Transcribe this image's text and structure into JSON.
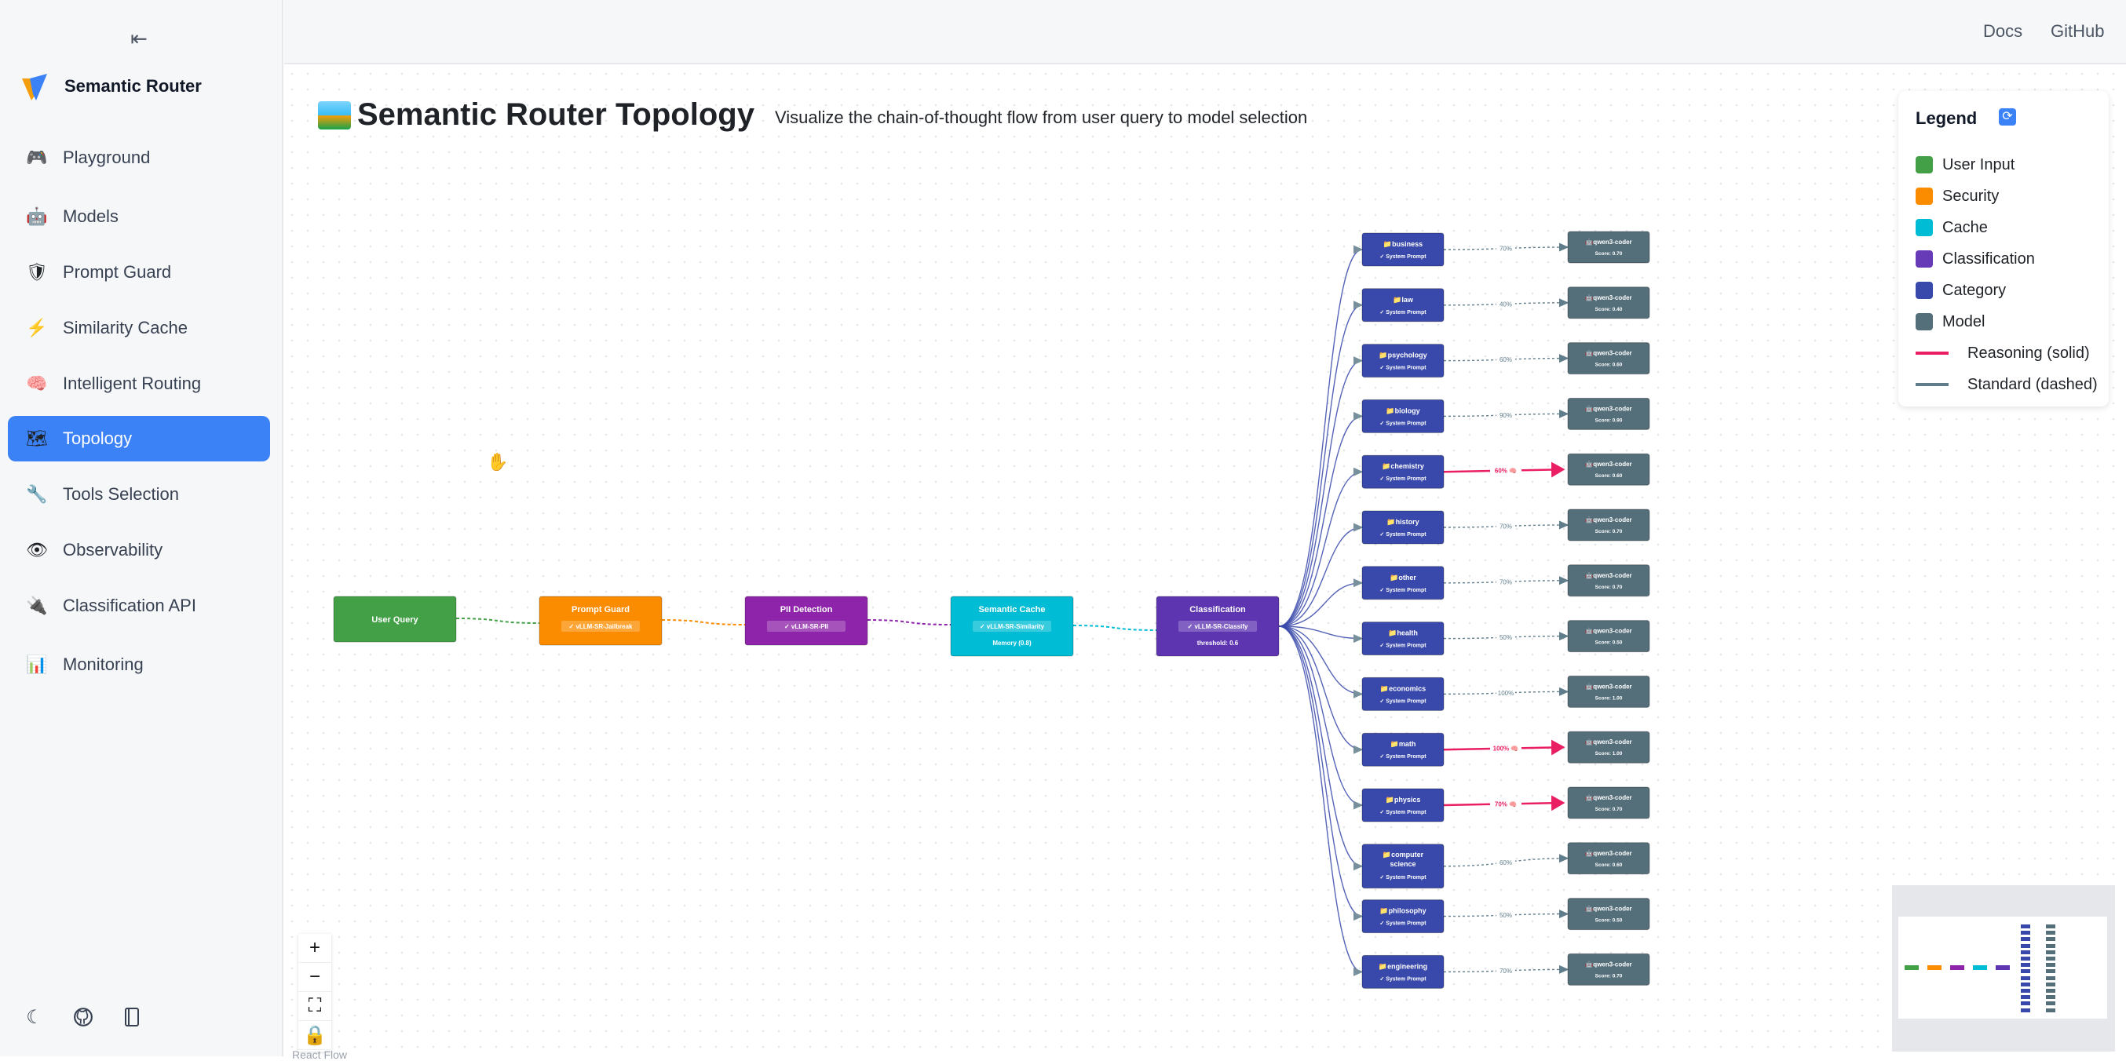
{
  "sidebar": {
    "brand": "Semantic Router",
    "items": [
      {
        "label": "Playground",
        "icon": "gamepad-icon",
        "glyph": "🎮"
      },
      {
        "label": "Models",
        "icon": "robot-icon",
        "glyph": "🤖"
      },
      {
        "label": "Prompt Guard",
        "icon": "shield-icon",
        "glyph": "🛡"
      },
      {
        "label": "Similarity Cache",
        "icon": "lightning-icon",
        "glyph": "⚡"
      },
      {
        "label": "Intelligent Routing",
        "icon": "brain-icon",
        "glyph": "🧠"
      },
      {
        "label": "Topology",
        "icon": "map-icon",
        "glyph": "🗺"
      },
      {
        "label": "Tools Selection",
        "icon": "wrench-icon",
        "glyph": "🔧"
      },
      {
        "label": "Observability",
        "icon": "eye-icon",
        "glyph": "👁"
      },
      {
        "label": "Classification API",
        "icon": "plug-icon",
        "glyph": "🔌"
      },
      {
        "label": "Monitoring",
        "icon": "bar-chart-icon",
        "glyph": "📊"
      }
    ],
    "active": "Topology"
  },
  "topbar": {
    "docs": "Docs",
    "github": "GitHub"
  },
  "page": {
    "title": "Semantic Router Topology",
    "subtitle": "Visualize the chain-of-thought flow from user query to model selection"
  },
  "legend": {
    "title": "Legend",
    "items": [
      {
        "label": "User Input",
        "color": "#43a047"
      },
      {
        "label": "Security",
        "color": "#fb8c00"
      },
      {
        "label": "Cache",
        "color": "#00bcd4"
      },
      {
        "label": "Classification",
        "color": "#673ab7"
      },
      {
        "label": "Category",
        "color": "#3949ab"
      },
      {
        "label": "Model",
        "color": "#546e7a"
      }
    ],
    "lines": [
      {
        "label": "Reasoning (solid)",
        "color": "#e91e63"
      },
      {
        "label": "Standard (dashed)",
        "color": "#607d8b"
      }
    ]
  },
  "pipeline": [
    {
      "title": "User Query",
      "badge": "",
      "note": "",
      "color": "#43a047",
      "icon": "user-icon"
    },
    {
      "title": "Prompt Guard",
      "badge": "vLLM-SR-Jailbreak",
      "note": "",
      "color": "#fb8c00",
      "icon": "shield-icon"
    },
    {
      "title": "PII Detection",
      "badge": "vLLM-SR-PII",
      "note": "",
      "color": "#8e24aa",
      "icon": "lock-icon"
    },
    {
      "title": "Semantic Cache",
      "badge": "vLLM-SR-Similarity",
      "note": "Memory (0.8)",
      "color": "#00bcd4",
      "icon": "lightning-icon"
    },
    {
      "title": "Classification",
      "badge": "vLLM-SR-Classify",
      "note": "threshold: 0.6",
      "color": "#5e35b1",
      "icon": "brain-icon"
    }
  ],
  "categories": [
    {
      "name": "business",
      "percent": "70%",
      "reasoning": false,
      "model": "qwen3-coder",
      "score": "Score: 0.70"
    },
    {
      "name": "law",
      "percent": "40%",
      "reasoning": false,
      "model": "qwen3-coder",
      "score": "Score: 0.40"
    },
    {
      "name": "psychology",
      "percent": "60%",
      "reasoning": false,
      "model": "qwen3-coder",
      "score": "Score: 0.60"
    },
    {
      "name": "biology",
      "percent": "90%",
      "reasoning": false,
      "model": "qwen3-coder",
      "score": "Score: 0.90"
    },
    {
      "name": "chemistry",
      "percent": "60%",
      "reasoning": true,
      "model": "qwen3-coder",
      "score": "Score: 0.60"
    },
    {
      "name": "history",
      "percent": "70%",
      "reasoning": false,
      "model": "qwen3-coder",
      "score": "Score: 0.70"
    },
    {
      "name": "other",
      "percent": "70%",
      "reasoning": false,
      "model": "qwen3-coder",
      "score": "Score: 0.70"
    },
    {
      "name": "health",
      "percent": "50%",
      "reasoning": false,
      "model": "qwen3-coder",
      "score": "Score: 0.50"
    },
    {
      "name": "economics",
      "percent": "100%",
      "reasoning": false,
      "model": "qwen3-coder",
      "score": "Score: 1.00"
    },
    {
      "name": "math",
      "percent": "100%",
      "reasoning": true,
      "model": "qwen3-coder",
      "score": "Score: 1.00"
    },
    {
      "name": "physics",
      "percent": "70%",
      "reasoning": true,
      "model": "qwen3-coder",
      "score": "Score: 0.70"
    },
    {
      "name": "computer science",
      "percent": "60%",
      "reasoning": false,
      "model": "qwen3-coder",
      "score": "Score: 0.60"
    },
    {
      "name": "philosophy",
      "percent": "50%",
      "reasoning": false,
      "model": "qwen3-coder",
      "score": "Score: 0.50"
    },
    {
      "name": "engineering",
      "percent": "70%",
      "reasoning": false,
      "model": "qwen3-coder",
      "score": "Score: 0.70"
    }
  ],
  "category_sub": "✓ System Prompt",
  "attribution": "React Flow"
}
